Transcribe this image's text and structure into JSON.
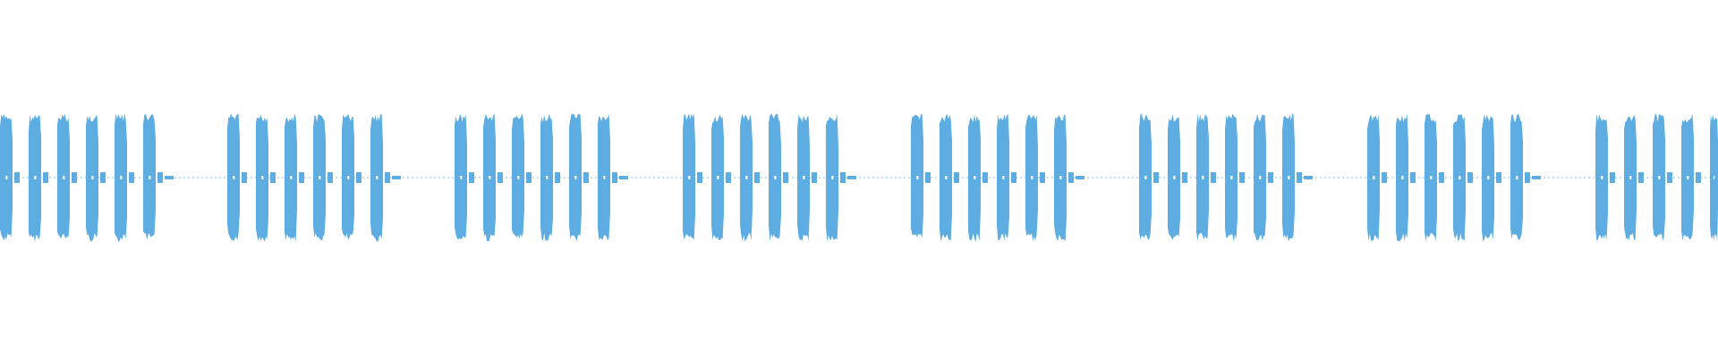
{
  "waveform": {
    "color": "#5dade2",
    "baseline_color": "#7fbfe8",
    "bursts_per_group": 6,
    "group_count": 8,
    "normalized_peak_amplitude": 0.72,
    "description_label": ""
  }
}
